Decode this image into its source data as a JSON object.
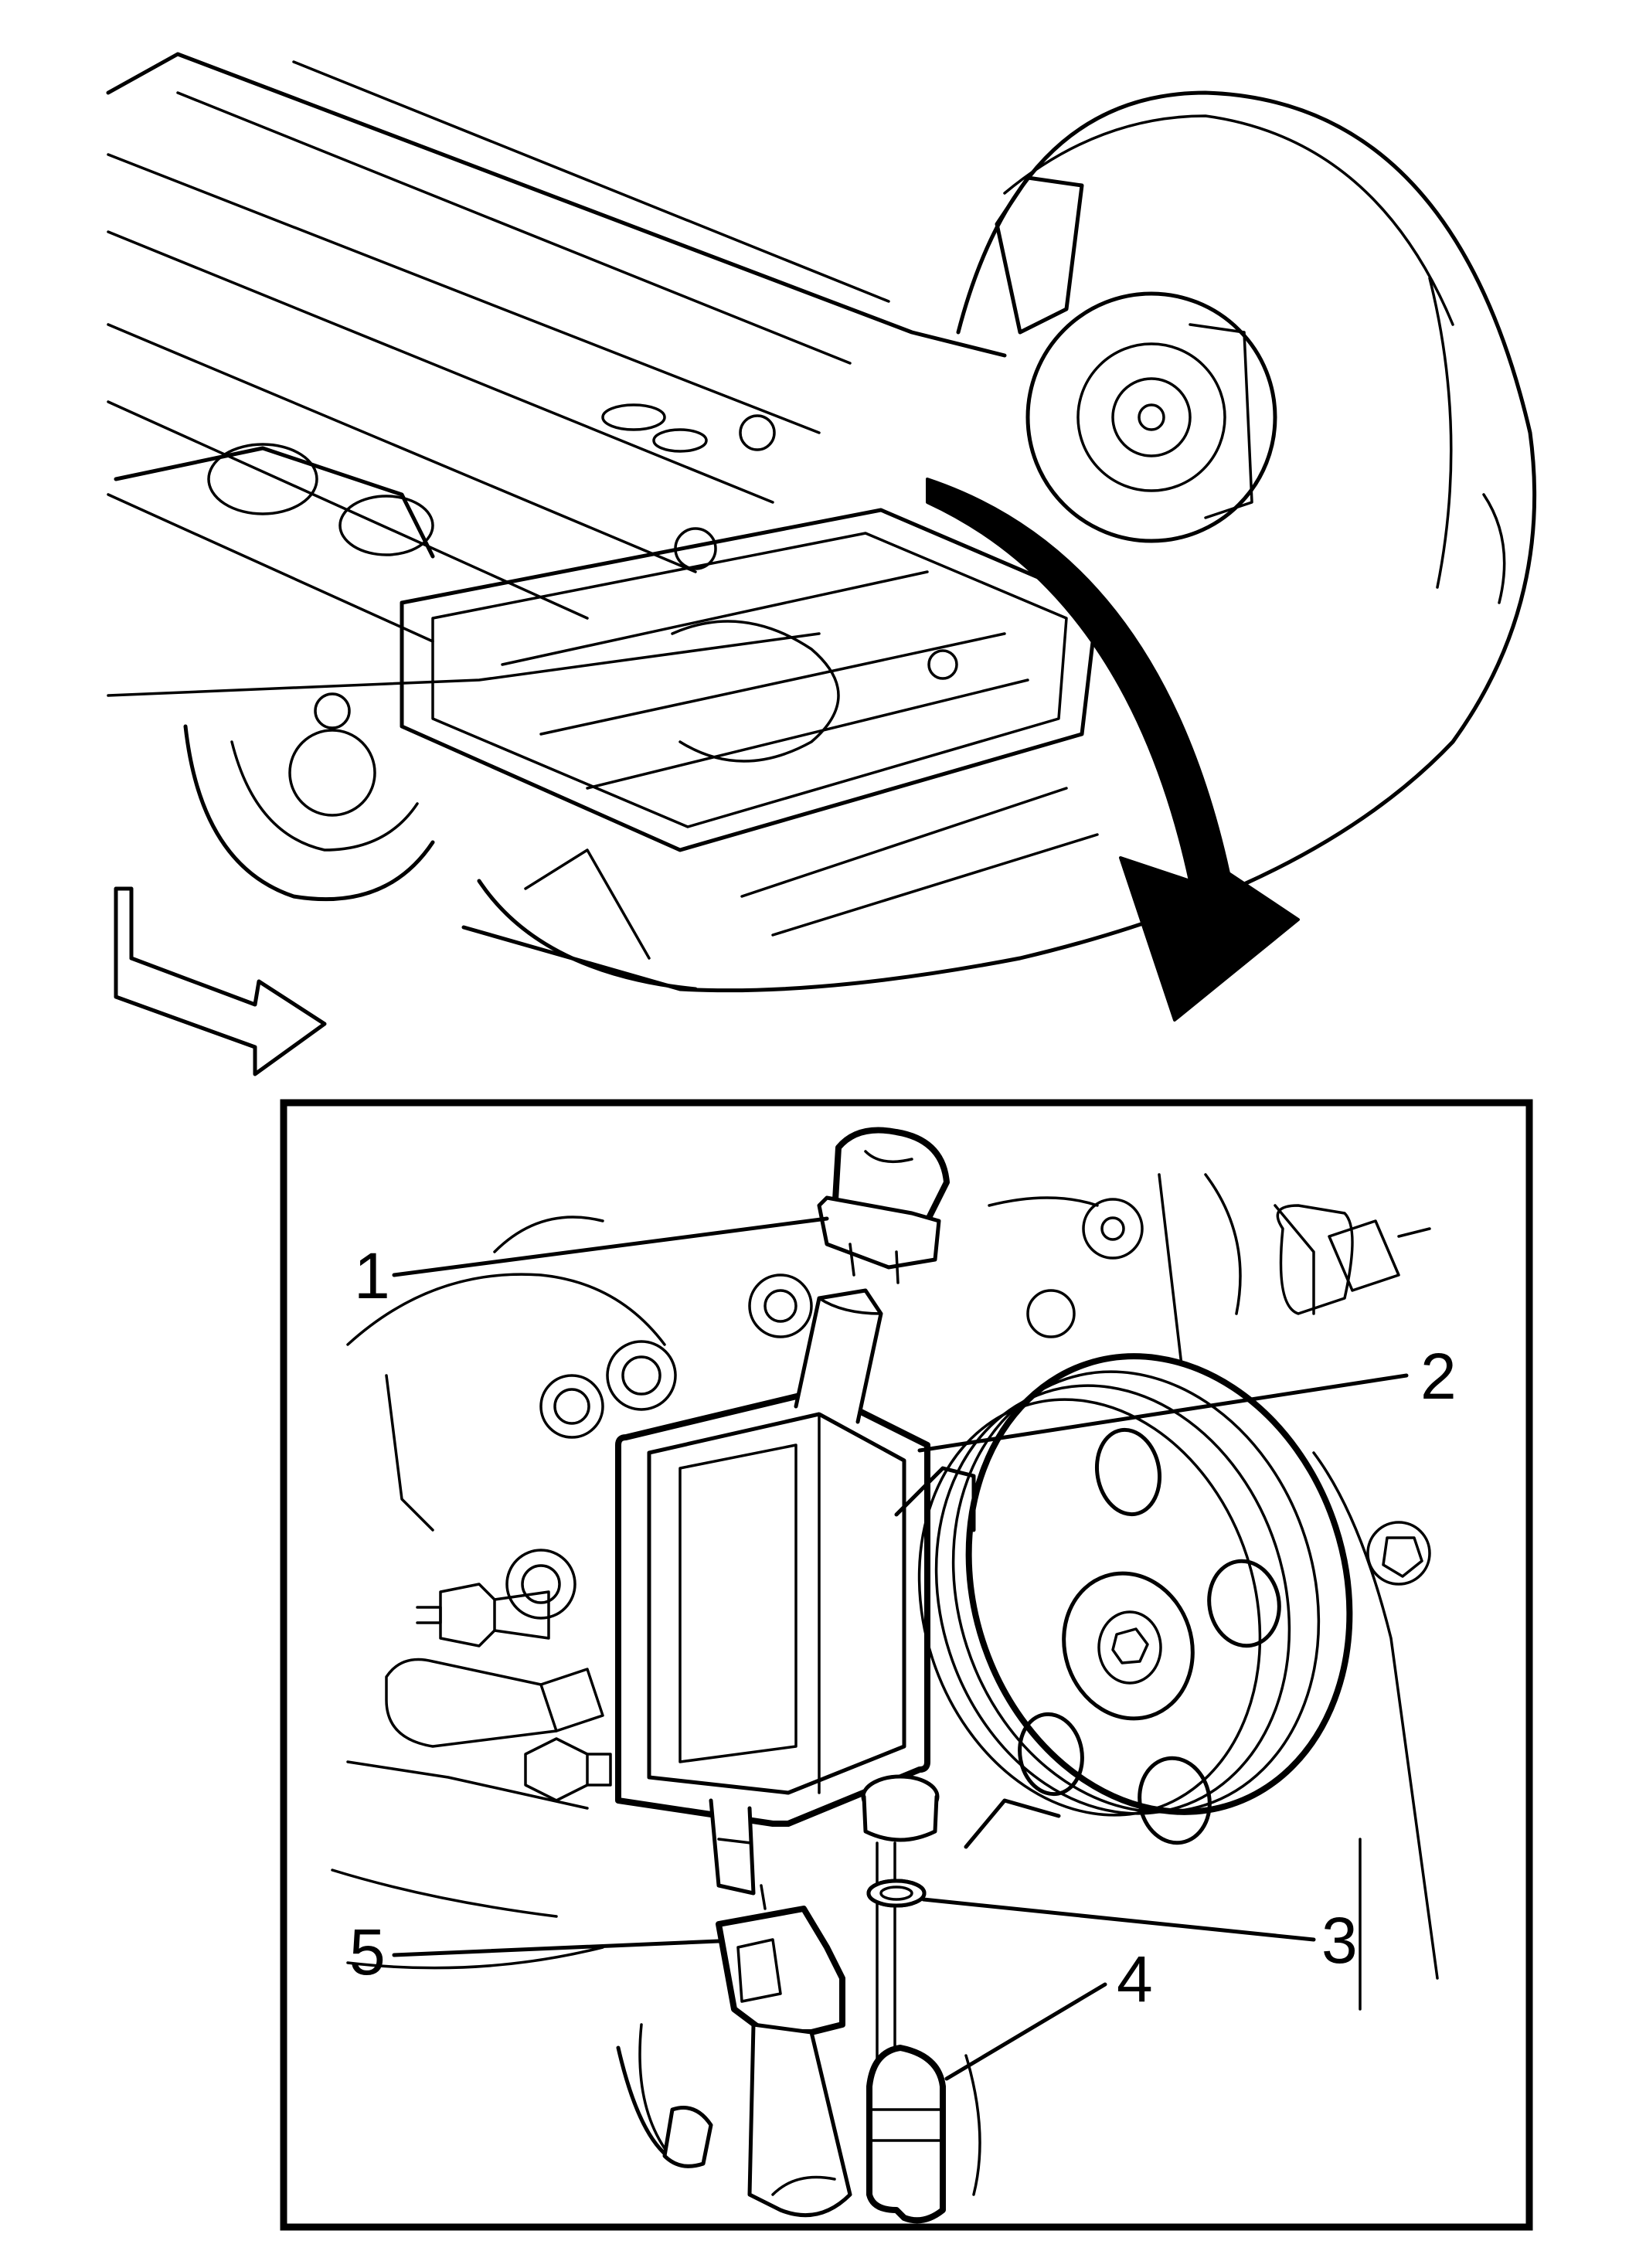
{
  "callouts": {
    "c1": "1",
    "c2": "2",
    "c3": "3",
    "c4": "4",
    "c5": "5"
  },
  "colors": {
    "ink": "#000000",
    "paper": "#ffffff"
  },
  "icons": {
    "front_direction": "front-direction-arrow-icon",
    "rotation": "curved-rotation-arrow-icon"
  }
}
